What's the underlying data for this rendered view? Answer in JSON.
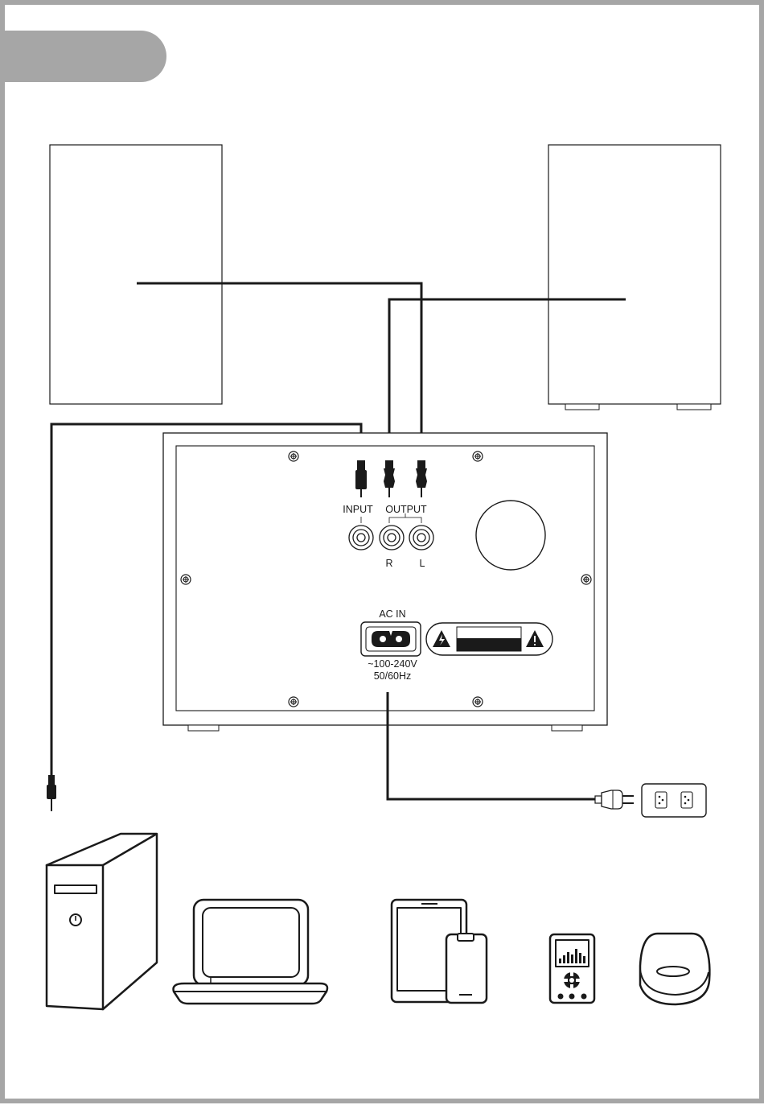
{
  "panel": {
    "input_label": "INPUT",
    "output_label": "OUTPUT",
    "right_channel_label": "R",
    "left_channel_label": "L",
    "ac_in_label": "AC IN",
    "voltage_label": "~100-240V",
    "frequency_label": "50/60Hz"
  },
  "colors": {
    "frame": "#a6a6a6",
    "header_tab": "#a6a6a6",
    "line": "#1a1a1a",
    "fill": "#ffffff"
  },
  "icons": {
    "left_speaker": "speaker-box-icon",
    "right_speaker": "speaker-box-icon",
    "subwoofer": "subwoofer-rear-panel-icon",
    "wall_socket": "wall-socket-icon",
    "power_plug": "power-plug-icon",
    "pc": "desktop-pc-icon",
    "laptop": "laptop-icon",
    "tablet": "tablet-icon",
    "phone": "smartphone-icon",
    "mp3": "mp3-player-icon",
    "cd": "cd-player-icon"
  }
}
